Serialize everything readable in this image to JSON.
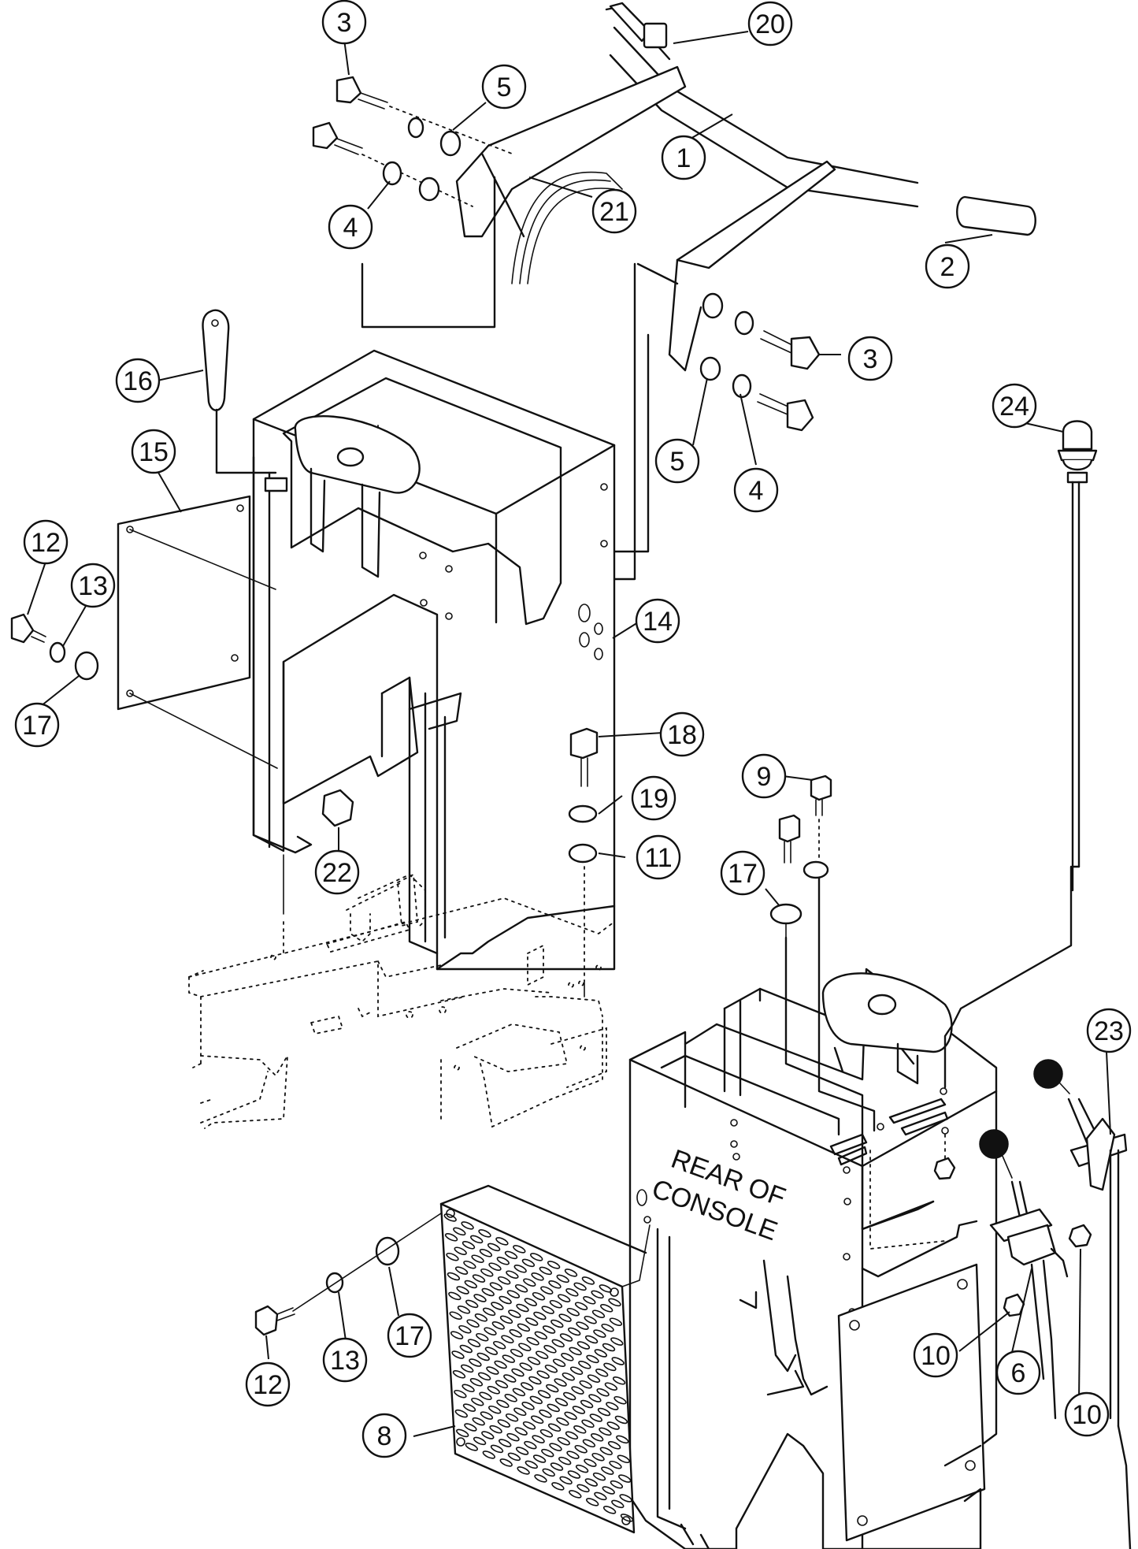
{
  "note": {
    "line1": "REAR OF",
    "line2": "CONSOLE"
  },
  "callouts": [
    {
      "id": "c3a",
      "label": "3"
    },
    {
      "id": "c20",
      "label": "20"
    },
    {
      "id": "c5a",
      "label": "5"
    },
    {
      "id": "c1",
      "label": "1"
    },
    {
      "id": "c21",
      "label": "21"
    },
    {
      "id": "c4a",
      "label": "4"
    },
    {
      "id": "c2",
      "label": "2"
    },
    {
      "id": "c3b",
      "label": "3"
    },
    {
      "id": "c16",
      "label": "16"
    },
    {
      "id": "c15",
      "label": "15"
    },
    {
      "id": "c5b",
      "label": "5"
    },
    {
      "id": "c4b",
      "label": "4"
    },
    {
      "id": "c24",
      "label": "24"
    },
    {
      "id": "c12a",
      "label": "12"
    },
    {
      "id": "c13a",
      "label": "13"
    },
    {
      "id": "c14",
      "label": "14"
    },
    {
      "id": "c17a",
      "label": "17"
    },
    {
      "id": "c18",
      "label": "18"
    },
    {
      "id": "c9",
      "label": "9"
    },
    {
      "id": "c19",
      "label": "19"
    },
    {
      "id": "c11",
      "label": "11"
    },
    {
      "id": "c22",
      "label": "22"
    },
    {
      "id": "c17b",
      "label": "17"
    },
    {
      "id": "c23",
      "label": "23"
    },
    {
      "id": "c17c",
      "label": "17"
    },
    {
      "id": "c13b",
      "label": "13"
    },
    {
      "id": "c12b",
      "label": "12"
    },
    {
      "id": "c10a",
      "label": "10"
    },
    {
      "id": "c6",
      "label": "6"
    },
    {
      "id": "c10b",
      "label": "10"
    },
    {
      "id": "c8",
      "label": "8"
    }
  ]
}
